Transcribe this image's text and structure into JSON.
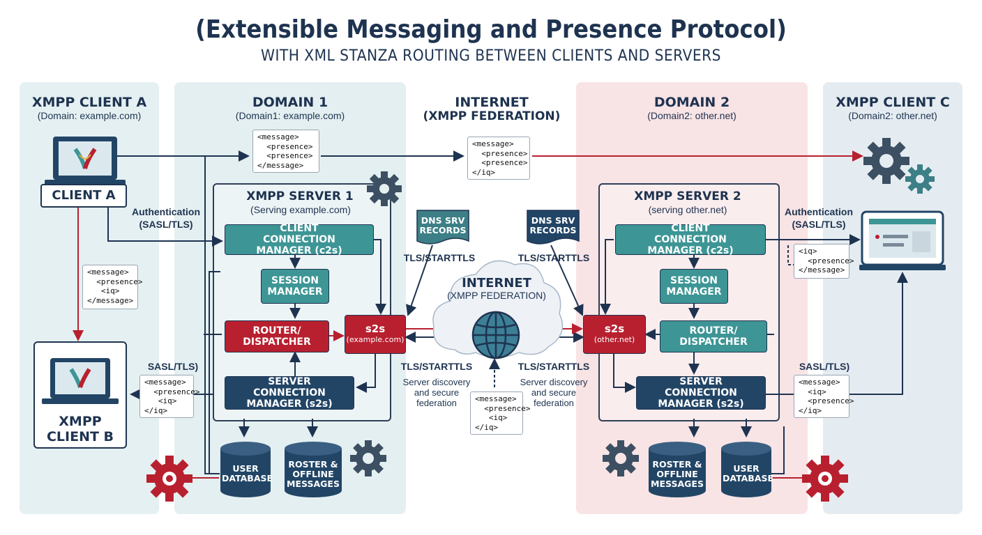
{
  "title": "(Extensible Messaging and Presence Protocol)",
  "subtitle": "WITH XML STANZA ROUTING BETWEEN CLIENTS AND SERVERS",
  "client_a": {
    "title": "XMPP CLIENT A",
    "domain": "(Domain: example.com)",
    "label": "CLIENT A"
  },
  "client_b": {
    "label_line1": "XMPP",
    "label_line2": "CLIENT B"
  },
  "client_c": {
    "title": "XMPP CLIENT C",
    "domain": "(Domain2: other.net)"
  },
  "domain1": {
    "title": "DOMAIN 1",
    "domain": "(Domain1: example.com)"
  },
  "domain2": {
    "title": "DOMAIN 2",
    "domain": "(Domain2: other.net)"
  },
  "internet_top": {
    "line1": "INTERNET",
    "line2": "(XMPP FEDERATION)"
  },
  "internet_cloud": {
    "line1": "INTERNET",
    "line2": "(XMPP FEDERATION)"
  },
  "server1": {
    "title": "XMPP SERVER 1",
    "serving": "(Serving example.com)",
    "c2s": "CLIENT CONNECTION MANAGER (c2s)",
    "session": "SESSION MANAGER",
    "router": "ROUTER/ DISPATCHER",
    "s2s_mgr": "SERVER CONNECTION MANAGER (s2s)",
    "s2s_title": "s2s",
    "s2s_sub": "(example.com)",
    "user_db": "USER DATABASE",
    "roster": "ROSTER & OFFLINE MESSAGES"
  },
  "server2": {
    "title": "XMPP SERVER 2",
    "serving": "(serving other.net)",
    "c2s": "CLIENT CONNECTION MANAGER (c2s)",
    "session": "SESSION MANAGER",
    "router": "ROUTER/ DISPATCHER",
    "s2s_mgr": "SERVER CONNECTION MANAGER (s2s)",
    "s2s_title": "s2s",
    "s2s_sub": "(other.net)",
    "user_db": "USER DATABASE",
    "roster": "ROSTER & OFFLINE MESSAGES"
  },
  "labels": {
    "auth_left_1": "Authentication",
    "auth_left_2": "(SASL/TLS)",
    "auth_right_1": "Authentication",
    "auth_right_2": "(SASL/TLS)",
    "sasl_left": "SASL/TLS)",
    "sasl_right": "SASL/TLS)",
    "dns_left": "DNS SRV RECORDS",
    "dns_right": "DNS SRV RECORDS",
    "tls_top_left": "TLS/STARTTLS",
    "tls_top_right": "TLS/STARTTLS",
    "tls_bot_left": "TLS/STARTTLS",
    "tls_bot_right": "TLS/STARTTLS",
    "discovery_left": "Server discovery and secure federation",
    "discovery_right": "Server discovery and secure federation"
  },
  "stanzas": {
    "top_d1": "<message>\n  <presence>\n  <presence>\n</message>",
    "top_internet": "<message>\n  <presence>\n  <presence>\n</iq>",
    "client_a_b": "<message>\n  <presence>\n   <iq>\n</message>",
    "left_b": "<message>\n  <presence>\n   <iq>\n</iq>",
    "bottom_center": "<message>\n  <presence>\n   <iq>\n</iq>",
    "right_c_top": "<iq>\n  <presence>\n</message>",
    "right_c_bottom": "<message>\n  <iq>\n  <presence>\n</iq>"
  },
  "colors": {
    "navy": "#1e3350",
    "teal": "#3d9595",
    "red": "#b8202f",
    "client_bg": "#e5f0f2",
    "domain1_bg": "#e4eff1",
    "domain2_bg": "#f8e3e5"
  },
  "icons": [
    "laptop-icon",
    "gear-icon",
    "globe-icon",
    "cloud-icon",
    "document-icon",
    "database-icon"
  ]
}
